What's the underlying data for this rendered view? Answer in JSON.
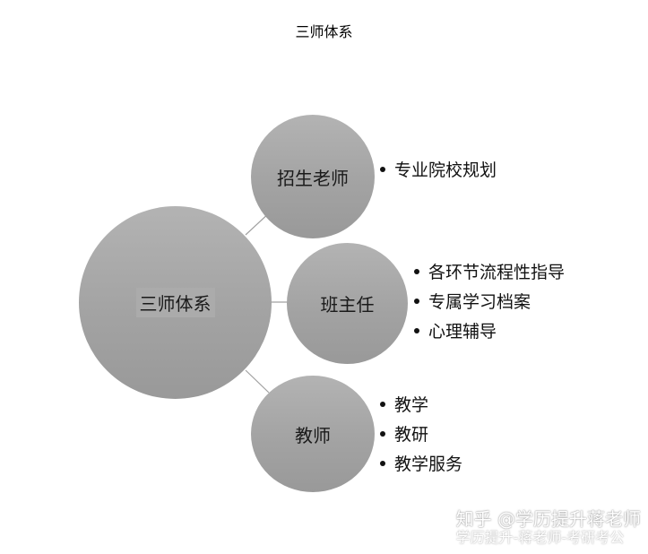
{
  "title": "三师体系",
  "center": {
    "label": "三师体系"
  },
  "branches": [
    {
      "label": "招生老师",
      "items": [
        "专业院校规划"
      ]
    },
    {
      "label": "班主任",
      "items": [
        "各环节流程性指导",
        "专属学习档案",
        "心理辅导"
      ]
    },
    {
      "label": "教师",
      "items": [
        "教学",
        "教研",
        "教学服务"
      ]
    }
  ],
  "watermark": {
    "main": "知乎 @学历提升蒋老师",
    "sub": "学历提升-蒋老师-考研考公"
  },
  "colors": {
    "circle": "#a8a8a8",
    "connector": "#a0a0a0",
    "text": "#111111"
  }
}
